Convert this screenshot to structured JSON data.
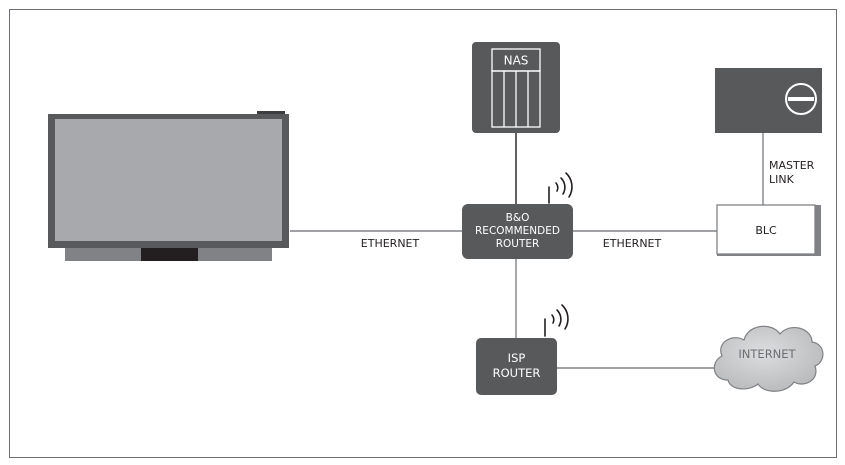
{
  "devices": {
    "nas": {
      "label": "NAS"
    },
    "router": {
      "line1": "B&O",
      "line2": "RECOMMENDED",
      "line3": "ROUTER"
    },
    "isp": {
      "line1": "ISP",
      "line2": "ROUTER"
    },
    "blc": {
      "label": "BLC"
    },
    "internet": {
      "label": "INTERNET"
    }
  },
  "connections": {
    "tv_router": "ETHERNET",
    "router_blc": "ETHERNET",
    "masterlink_line1": "MASTER",
    "masterlink_line2": "LINK"
  },
  "colors": {
    "frame": "#6d6e71",
    "device_dark": "#58595b",
    "tv_screen": "#a7a9ac",
    "line": "#808285",
    "cloud": "#c7c8ca",
    "text": "#231f20"
  }
}
